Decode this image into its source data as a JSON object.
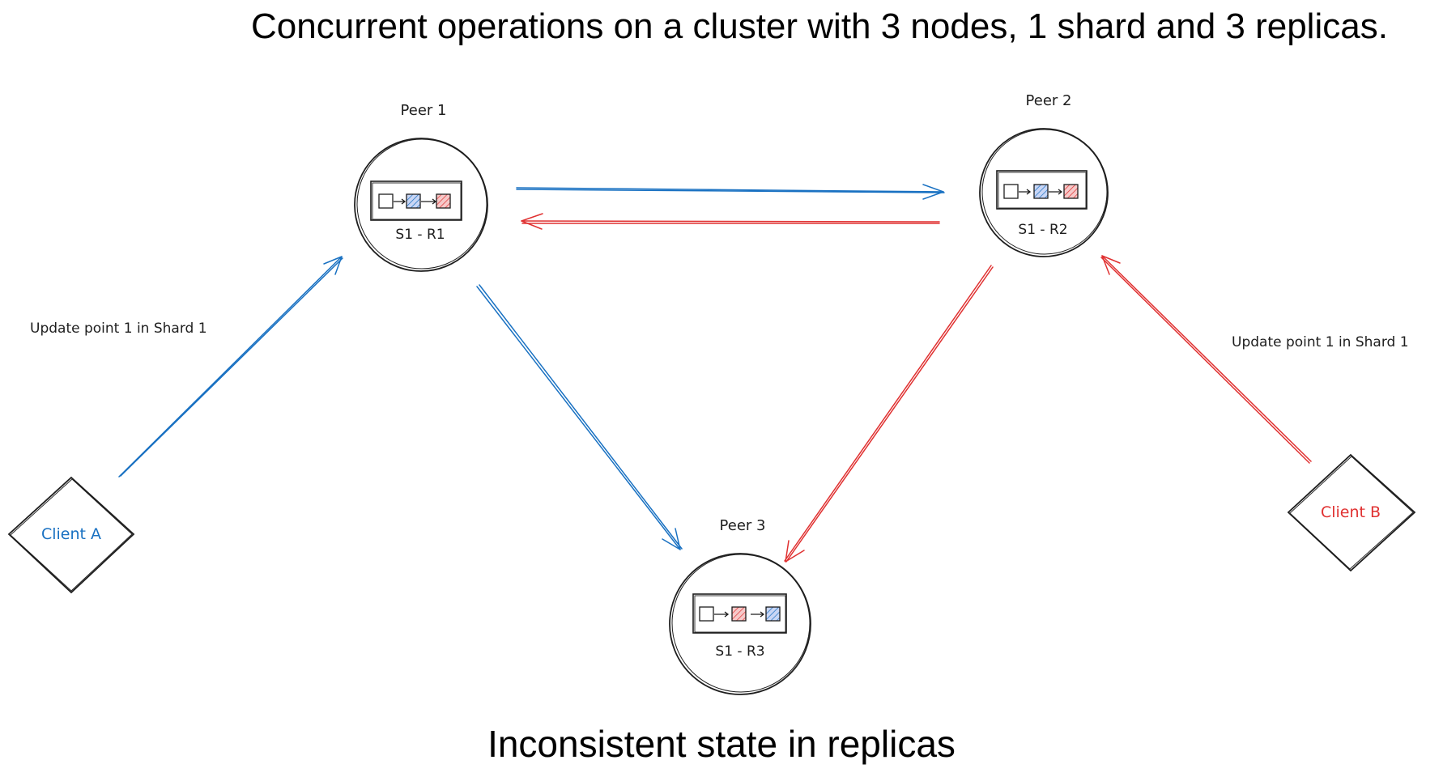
{
  "title": "Concurrent operations on a cluster with 3 nodes, 1 shard and 3 replicas.",
  "footer": "Inconsistent state in replicas",
  "colors": {
    "ink": "#1e1e1e",
    "blue": "#1971c2",
    "red": "#e03131",
    "blue_fill": "#a5b8e8",
    "red_fill": "#f0a0a0"
  },
  "peers": [
    {
      "id": "peer1",
      "label": "Peer 1",
      "replica": "S1 - R1",
      "sequence": [
        "empty",
        "blue",
        "red"
      ]
    },
    {
      "id": "peer2",
      "label": "Peer 2",
      "replica": "S1 - R2",
      "sequence": [
        "empty",
        "blue",
        "red"
      ]
    },
    {
      "id": "peer3",
      "label": "Peer 3",
      "replica": "S1 - R3",
      "sequence": [
        "empty",
        "red",
        "blue"
      ]
    }
  ],
  "clients": [
    {
      "id": "clientA",
      "label": "Client A",
      "color": "blue",
      "action": "Update point 1 in Shard 1"
    },
    {
      "id": "clientB",
      "label": "Client B",
      "color": "red",
      "action": "Update point 1 in Shard 1"
    }
  ]
}
